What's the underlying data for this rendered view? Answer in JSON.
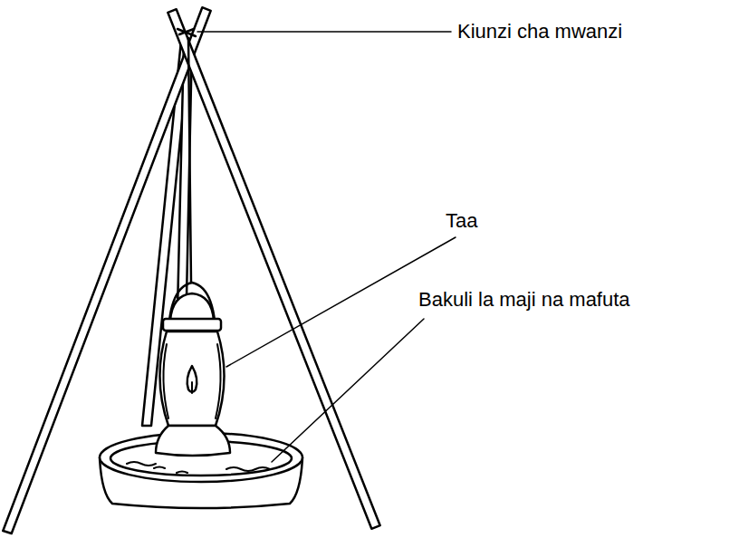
{
  "diagram": {
    "labels": [
      "Kiunzi cha mwanzi",
      "Taa",
      "Bakuli la maji na mafuta"
    ]
  }
}
